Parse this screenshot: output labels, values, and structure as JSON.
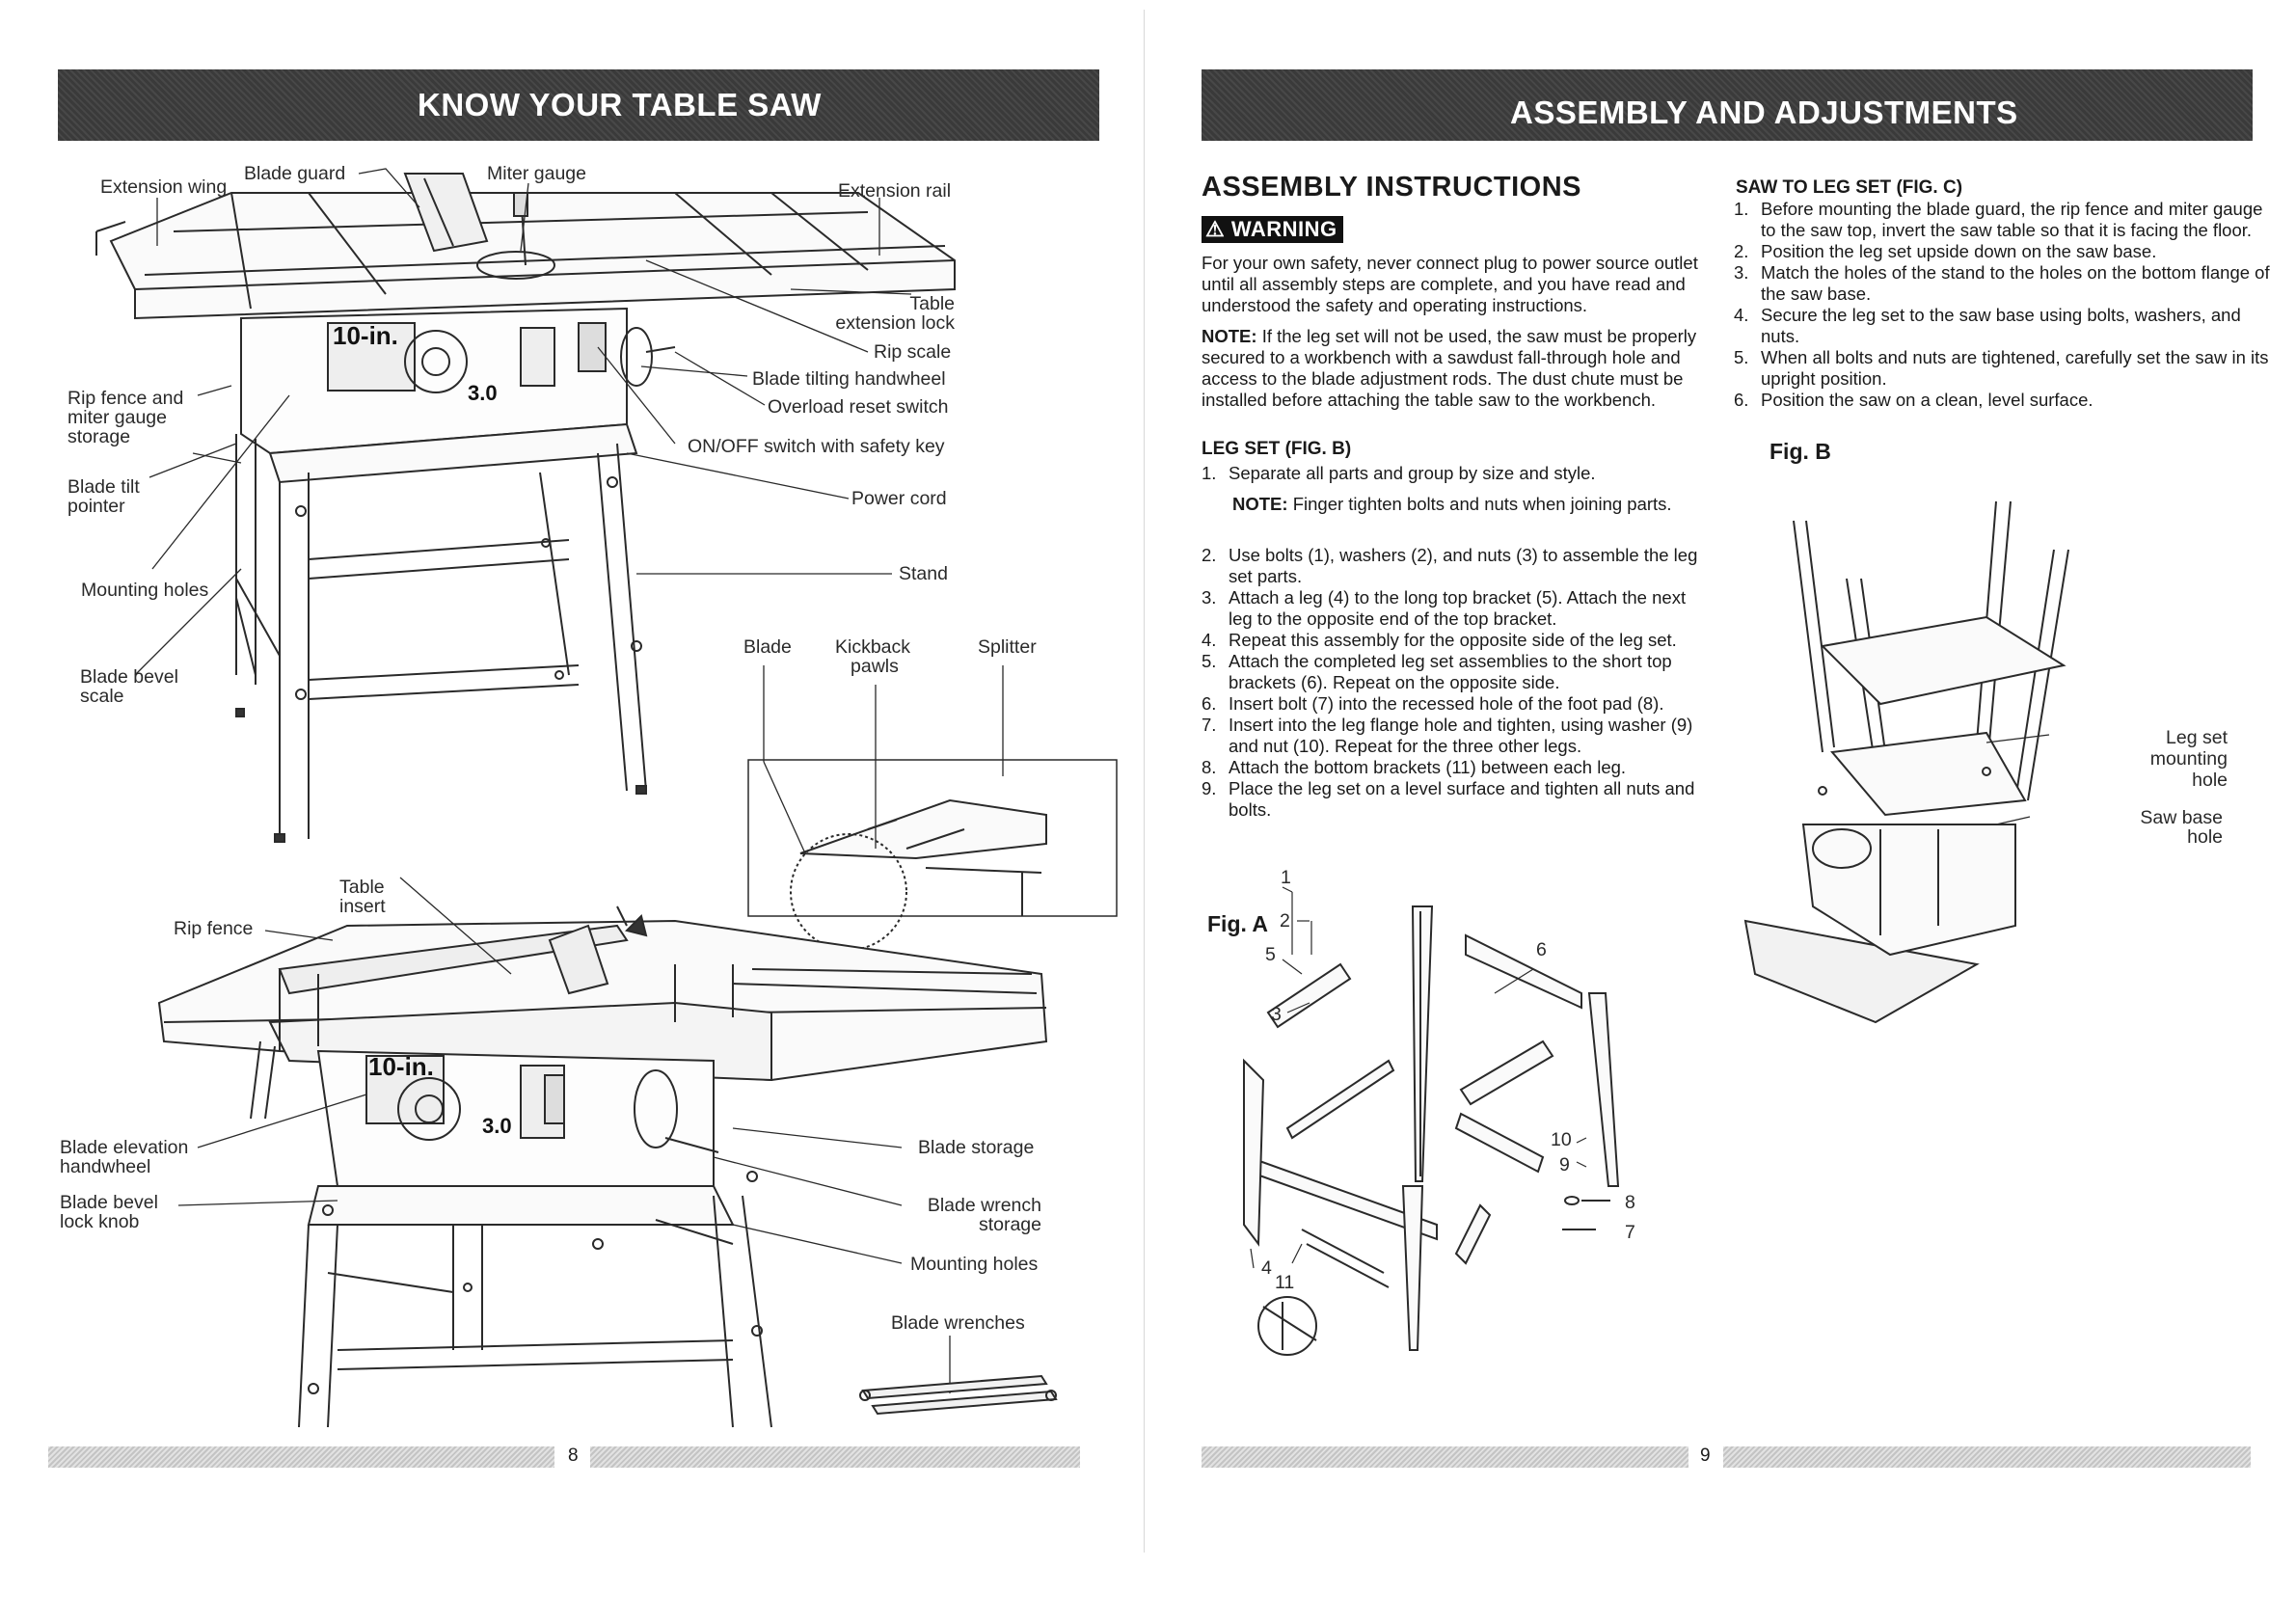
{
  "left_page": {
    "banner_title": "KNOW YOUR TABLE SAW",
    "page_number": "8",
    "labels": {
      "extension_wing": "Extension wing",
      "blade_guard": "Blade guard",
      "miter_gauge": "Miter gauge",
      "extension_rail": "Extension rail",
      "table_extension_lock_1": "Table",
      "table_extension_lock_2": "extension lock",
      "rip_scale": "Rip scale",
      "blade_tilting_handwheel": "Blade tilting handwheel",
      "overload_reset_switch": "Overload reset switch",
      "on_off_switch": "ON/OFF switch with safety key",
      "power_cord": "Power cord",
      "stand": "Stand",
      "rip_fence_storage_1": "Rip fence and",
      "rip_fence_storage_2": "miter gauge",
      "rip_fence_storage_3": "storage",
      "blade_tilt_pointer_1": "Blade tilt",
      "blade_tilt_pointer_2": "pointer",
      "mounting_holes_top": "Mounting holes",
      "blade_bevel_scale_1": "Blade bevel",
      "blade_bevel_scale_2": "scale",
      "blade": "Blade",
      "kickback_pawls_1": "Kickback",
      "kickback_pawls_2": "pawls",
      "splitter": "Splitter",
      "table_insert_1": "Table",
      "table_insert_2": "insert",
      "rip_fence": "Rip fence",
      "blade_elevation_1": "Blade elevation",
      "blade_elevation_2": "handwheel",
      "blade_bevel_lock_1": "Blade bevel",
      "blade_bevel_lock_2": "lock knob",
      "blade_storage": "Blade storage",
      "blade_wrench_storage_1": "Blade wrench",
      "blade_wrench_storage_2": "storage",
      "mounting_holes_bottom": "Mounting holes",
      "blade_wrenches": "Blade wrenches",
      "saw_badge": "10-in.",
      "motor_badge": "3.0"
    }
  },
  "right_page": {
    "banner_title": "ASSEMBLY AND ADJUSTMENTS",
    "page_number": "9",
    "heading": "ASSEMBLY INSTRUCTIONS",
    "warning_label": "WARNING",
    "warning_text": "For your own safety, never connect plug to power source outlet until all assembly steps are complete, and you have read and understood the safety and operating instructions.",
    "note_label": "NOTE:",
    "note_text": " If the leg set will not be used, the saw must be properly secured to a workbench with a sawdust fall-through hole and access to the blade adjustment rods. The dust chute must be installed before attaching the table saw to the workbench.",
    "leg_set_heading": "LEG SET (FIG. B)",
    "leg_step1": "Separate all parts and group by size and style.",
    "leg_note_label": "NOTE:",
    "leg_note_text": " Finger tighten bolts and nuts when joining parts.",
    "leg_steps": [
      {
        "n": "1.",
        "t": ""
      },
      {
        "n": "2.",
        "t": "Use bolts (1), washers (2), and nuts (3) to assemble the leg set parts."
      },
      {
        "n": "3.",
        "t": "Attach a leg (4) to the long top bracket (5). Attach the next leg to the opposite end of the top bracket."
      },
      {
        "n": "4.",
        "t": "Repeat this assembly for the opposite side of the leg set."
      },
      {
        "n": "5.",
        "t": "Attach the completed leg set assemblies to the short top brackets (6). Repeat on the opposite side."
      },
      {
        "n": "6.",
        "t": "Insert bolt (7) into the recessed hole of the foot pad (8)."
      },
      {
        "n": "7.",
        "t": "Insert into the leg flange hole and tighten, using washer (9) and nut (10). Repeat for the three other legs."
      },
      {
        "n": "8.",
        "t": "Attach the bottom brackets (11) between each leg."
      },
      {
        "n": "9.",
        "t": "Place the leg set on a level surface and tighten all nuts and bolts."
      }
    ],
    "saw_to_leg_heading": "SAW TO LEG SET (FIG. C)",
    "saw_steps": [
      {
        "n": "1.",
        "t": "Before mounting the blade guard, the rip fence and miter gauge to the saw top, invert the saw table so that it is facing the floor."
      },
      {
        "n": "2.",
        "t": "Position the leg set upside down on the saw base."
      },
      {
        "n": "3.",
        "t": "Match the holes of the stand to the holes on the bottom flange of the saw base."
      },
      {
        "n": "4.",
        "t": "Secure the leg set to the saw base using bolts, washers, and nuts."
      },
      {
        "n": "5.",
        "t": "When all bolts and nuts are tightened, carefully set the saw in its upright position."
      },
      {
        "n": "6.",
        "t": "Position the saw on a clean, level surface."
      }
    ],
    "fig_a_label": "Fig. A",
    "fig_b_label": "Fig. B",
    "fig_a_callouts": [
      "1",
      "2",
      "5",
      "3",
      "6",
      "10",
      "9",
      "8",
      "7",
      "4",
      "11"
    ],
    "fig_b_labels": {
      "leg_set_1": "Leg set",
      "leg_set_2": "mounting",
      "leg_set_3": "hole",
      "saw_base_1": "Saw base",
      "saw_base_2": "hole"
    }
  }
}
